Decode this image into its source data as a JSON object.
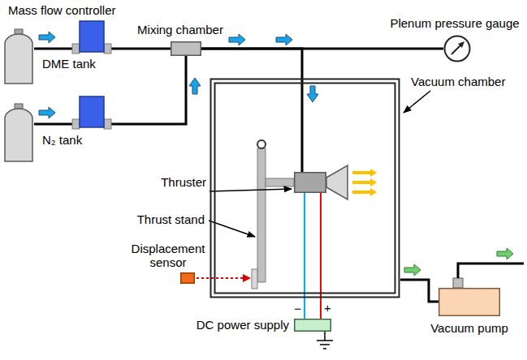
{
  "diagram": {
    "nodes": [
      {
        "text": [
          "DME tank"
        ]
      },
      {
        "text": [
          "N₂ tank"
        ]
      },
      {
        "text": [
          "Mixing chamber"
        ]
      },
      {
        "text": [
          "Plenum pressure gauge"
        ]
      },
      {
        "text": [
          "Vacuum chamber"
        ]
      },
      {
        "text": [
          "Thruster"
        ],
        "in": 4
      },
      {
        "text": [
          "Displacement sensor"
        ]
      },
      {
        "text": [
          "DC power supply"
        ]
      },
      {
        "text": [
          "Vacuum pump"
        ]
      }
    ],
    "edges": [
      {
        "from": 0,
        "to": 2,
        "arrow": "none"
      },
      {
        "from": 1,
        "to": 2,
        "arrow": "none"
      },
      {
        "from": 2,
        "to": 3,
        "arrow": "none"
      },
      {
        "from": 2,
        "to": 5,
        "arrow": "none"
      },
      {
        "from": 5,
        "to": 7,
        "arrow": "none"
      },
      {
        "from": 5,
        "to": 7,
        "arrow": "none"
      },
      {
        "from": 4,
        "to": 8,
        "arrow": "none"
      }
    ],
    "labels": [
      "Mass flow controller",
      "Thrust stand",
      "−",
      "+"
    ]
  }
}
